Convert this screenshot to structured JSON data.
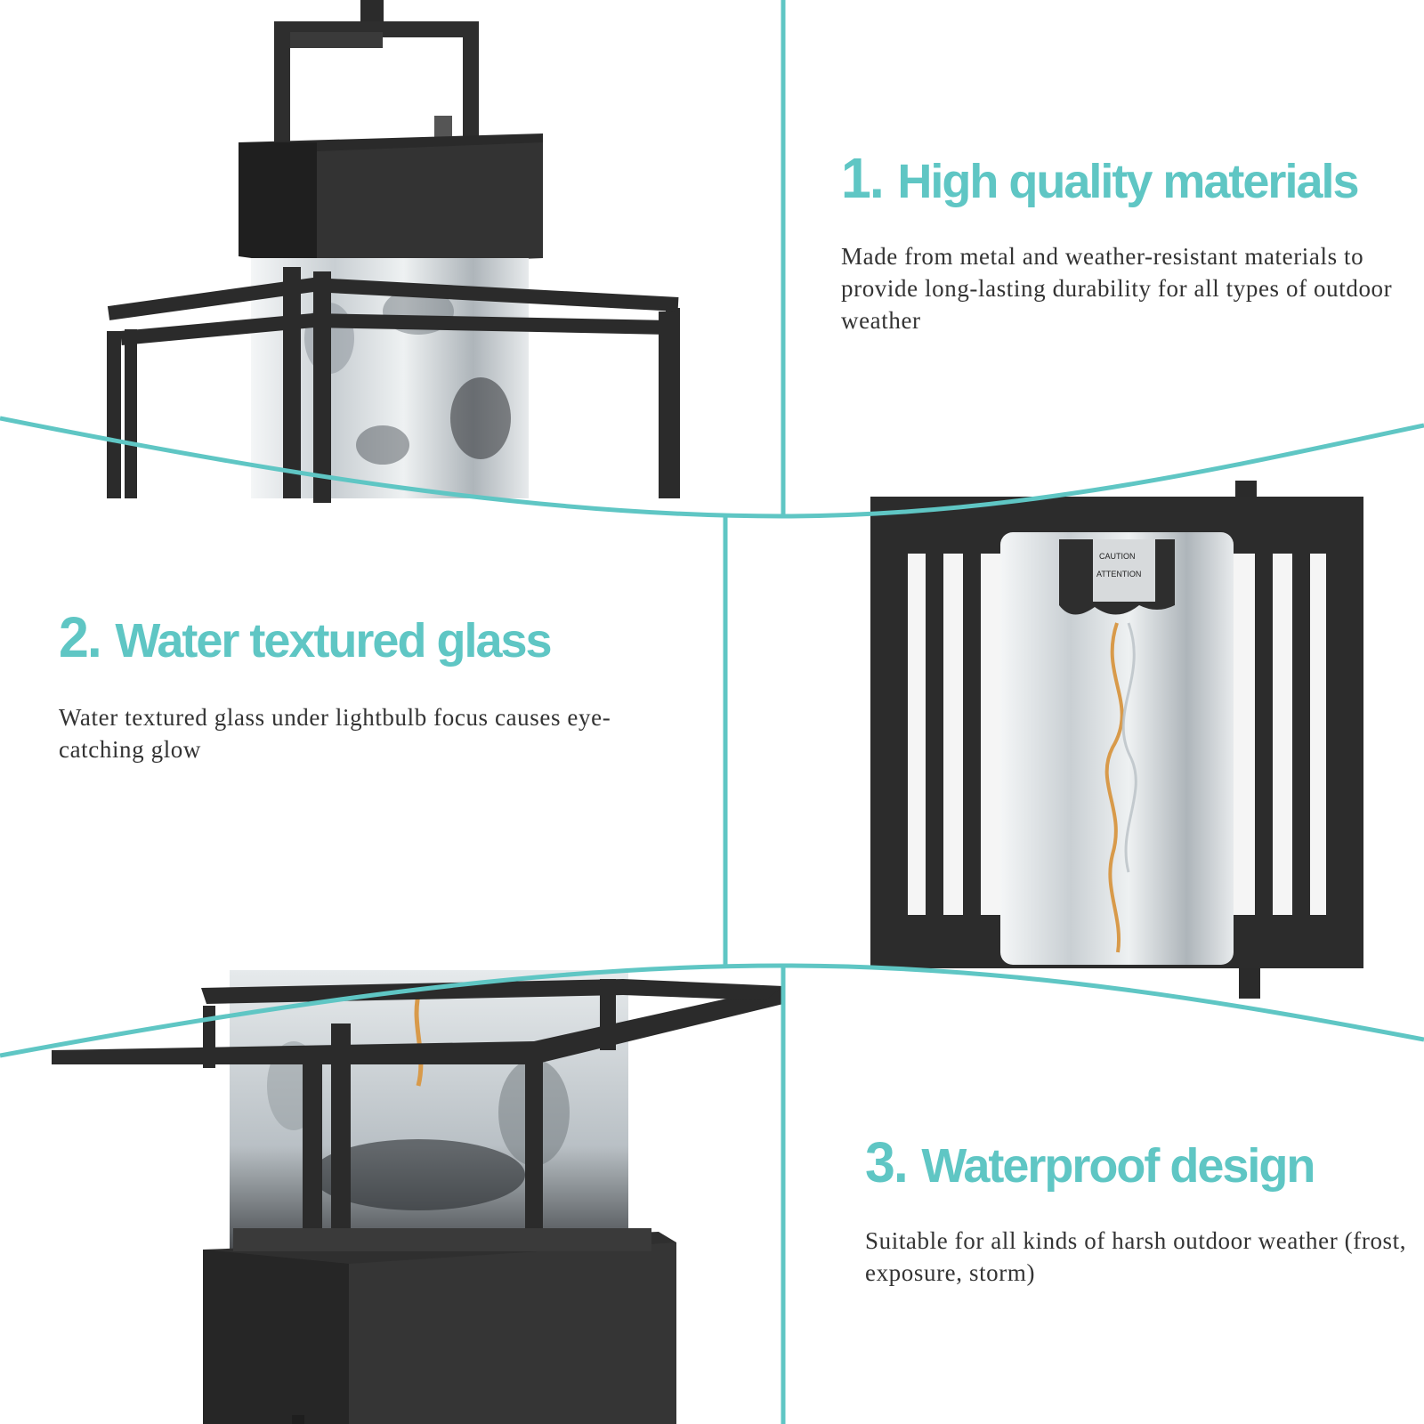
{
  "colors": {
    "accent": "#5fc6c4",
    "frame": "#2b2b2b",
    "text": "#333333"
  },
  "features": [
    {
      "number": "1.",
      "title": "High quality materials",
      "description": "Made from metal and weather-resistant materials to provide long-lasting durability for all types of outdoor weather"
    },
    {
      "number": "2.",
      "title": "Water textured glass",
      "description": "Water textured glass under lightbulb focus causes eye-catching glow"
    },
    {
      "number": "3.",
      "title": "Waterproof design",
      "description": "Suitable for all kinds of harsh outdoor weather (frost, exposure, storm)"
    }
  ],
  "bulb_label": {
    "line1": "CAUTION",
    "line2": "ATTENTION"
  }
}
